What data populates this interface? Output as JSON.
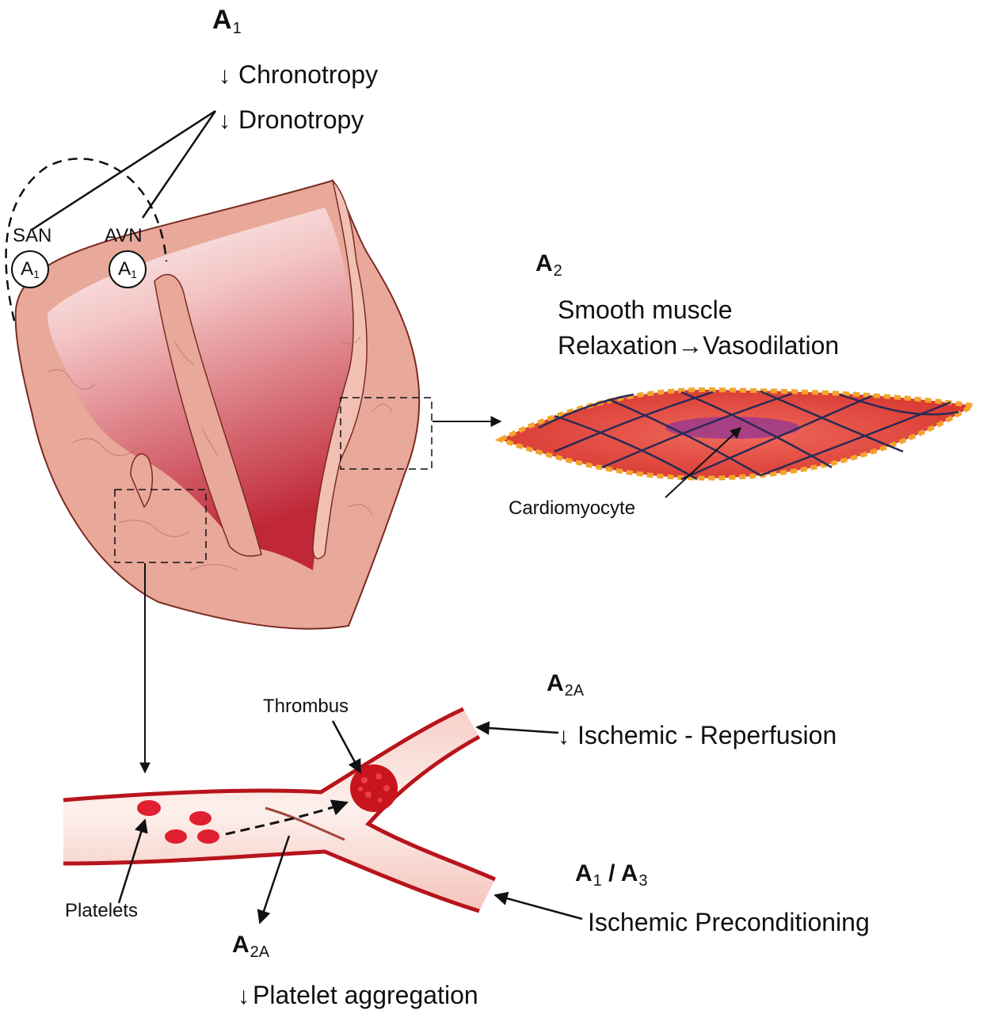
{
  "top": {
    "receptor": "A",
    "receptor_sub": "1",
    "effects": [
      "Chronotropy",
      "Dronotropy"
    ],
    "arrow_symbol": "↓"
  },
  "nodes": {
    "san_label": "SAN",
    "avn_label": "AVN",
    "circle_letter": "A",
    "circle_sub": "1"
  },
  "a2": {
    "receptor": "A",
    "receptor_sub": "2",
    "line1": "Smooth muscle",
    "line2_left": "Relaxation",
    "line2_arrow": "→",
    "line2_right": "Vasodilation"
  },
  "cell_label": "Cardiomyocyte",
  "vessel": {
    "thrombus_label": "Thrombus",
    "platelets_label": "Platelets"
  },
  "a2a_upper": {
    "receptor": "A",
    "receptor_sub": "2A",
    "effect": "Ischemic - Reperfusion"
  },
  "a1a3": {
    "r1": "A",
    "r1_sub": "1",
    "sep": " / ",
    "r2": "A",
    "r2_sub": "3",
    "effect": "Ischemic Preconditioning"
  },
  "a2a_lower": {
    "receptor": "A",
    "receptor_sub": "2A",
    "effect": "Platelet aggregation"
  },
  "colors": {
    "myocardium": "#e8a89a",
    "chamber": "#c83848",
    "vessel_wall": "#b8141c",
    "vessel_lumen": "#fbe3de",
    "platelet": "#e02030",
    "thrombus": "#c8141c",
    "cell_fill": "#e84a40",
    "cell_border": "#f2a52a",
    "nucleus": "#9b3a8c",
    "grid_lines": "#2a2a55"
  }
}
